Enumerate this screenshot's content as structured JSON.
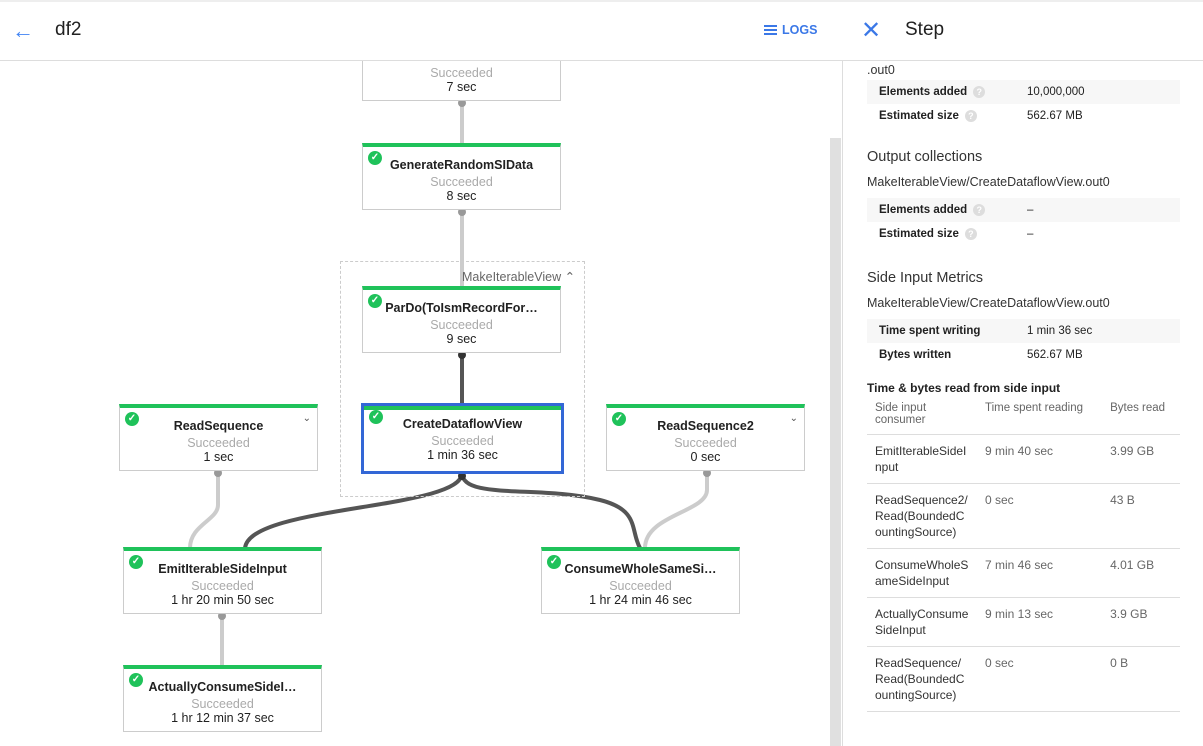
{
  "header": {
    "title": "df2",
    "logs_label": "LOGS",
    "back_icon": "arrow-left-icon",
    "logs_icon": "list-icon"
  },
  "graph": {
    "group_label": "MakeIterableView",
    "nodes": [
      {
        "name": "",
        "status": "Succeeded",
        "time": "7 sec"
      },
      {
        "name": "GenerateRandomSIData",
        "status": "Succeeded",
        "time": "8 sec"
      },
      {
        "name": "ParDo(ToIsmRecordFor…",
        "status": "Succeeded",
        "time": "9 sec"
      },
      {
        "name": "CreateDataflowView",
        "status": "Succeeded",
        "time": "1 min 36 sec",
        "selected": true
      },
      {
        "name": "ReadSequence",
        "status": "Succeeded",
        "time": "1 sec"
      },
      {
        "name": "ReadSequence2",
        "status": "Succeeded",
        "time": "0 sec"
      },
      {
        "name": "EmitIterableSideInput",
        "status": "Succeeded",
        "time": "1 hr 20 min 50 sec"
      },
      {
        "name": "ConsumeWholeSameSi…",
        "status": "Succeeded",
        "time": "1 hr 24 min 46 sec"
      },
      {
        "name": "ActuallyConsumeSideI…",
        "status": "Succeeded",
        "time": "1 hr 12 min 37 sec"
      }
    ],
    "colors": {
      "success": "#1fc25a",
      "selected": "#3367d6",
      "edge_active": "#555555",
      "edge": "#cccccc"
    }
  },
  "panel": {
    "title": "Step",
    "input_suffix": ".out0",
    "input_metrics": [
      {
        "label": "Elements added",
        "value": "10,000,000"
      },
      {
        "label": "Estimated size",
        "value": "562.67 MB"
      }
    ],
    "output_heading": "Output collections",
    "output_name": "MakeIterableView/CreateDataflowView.out0",
    "output_metrics": [
      {
        "label": "Elements added",
        "value": "–"
      },
      {
        "label": "Estimated size",
        "value": "–"
      }
    ],
    "side_heading": "Side Input Metrics",
    "side_name": "MakeIterableView/CreateDataflowView.out0",
    "side_metrics": [
      {
        "label": "Time spent writing",
        "value": "1 min 36 sec"
      },
      {
        "label": "Bytes written",
        "value": "562.67 MB"
      }
    ],
    "read_heading": "Time & bytes read from side input",
    "read_columns": [
      "Side input consumer",
      "Time spent reading",
      "Bytes read"
    ],
    "read_rows": [
      {
        "consumer": "EmitIterableSideInput",
        "time": "9 min 40 sec",
        "bytes": "3.99 GB"
      },
      {
        "consumer": "ReadSequence2/Read(BoundedCountingSource)",
        "time": "0 sec",
        "bytes": "43 B"
      },
      {
        "consumer": "ConsumeWholeSameSideInput",
        "time": "7 min 46 sec",
        "bytes": "4.01 GB"
      },
      {
        "consumer": "ActuallyConsumeSideInput",
        "time": "9 min 13 sec",
        "bytes": "3.9 GB"
      },
      {
        "consumer": "ReadSequence/Read(BoundedCountingSource)",
        "time": "0 sec",
        "bytes": "0 B"
      }
    ]
  }
}
